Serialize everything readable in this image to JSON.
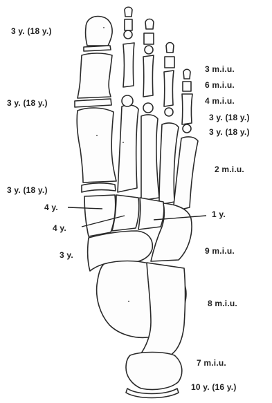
{
  "labels": {
    "hallux_distal": "3 y. (18 y.)",
    "hallux_proximal": "3 y. (18 y.)",
    "first_metatarsal": "3 y. (18 y.)",
    "cuneiform_medial": "4 y.",
    "cuneiform_intermediate": "4 y.",
    "navicular": "3 y.",
    "distal_phalanges": "3 m.i.u.",
    "middle_phalanges": "6 m.i.u.",
    "proximal_phalanges": "4 m.i.u.",
    "phalangeal_epiphysis_a": "3 y. (18 y.)",
    "phalangeal_epiphysis_b": "3 y. (18 y.)",
    "metatarsals": "2 m.i.u.",
    "cuneiform_lateral": "1 y.",
    "cuboid": "9 m.i.u.",
    "talus": "8 m.i.u.",
    "calcaneus": "7 m.i.u.",
    "calcaneal_apophysis": "10 y. (16 y.)"
  },
  "style": {
    "ink": "#222222",
    "background": "#ffffff"
  }
}
